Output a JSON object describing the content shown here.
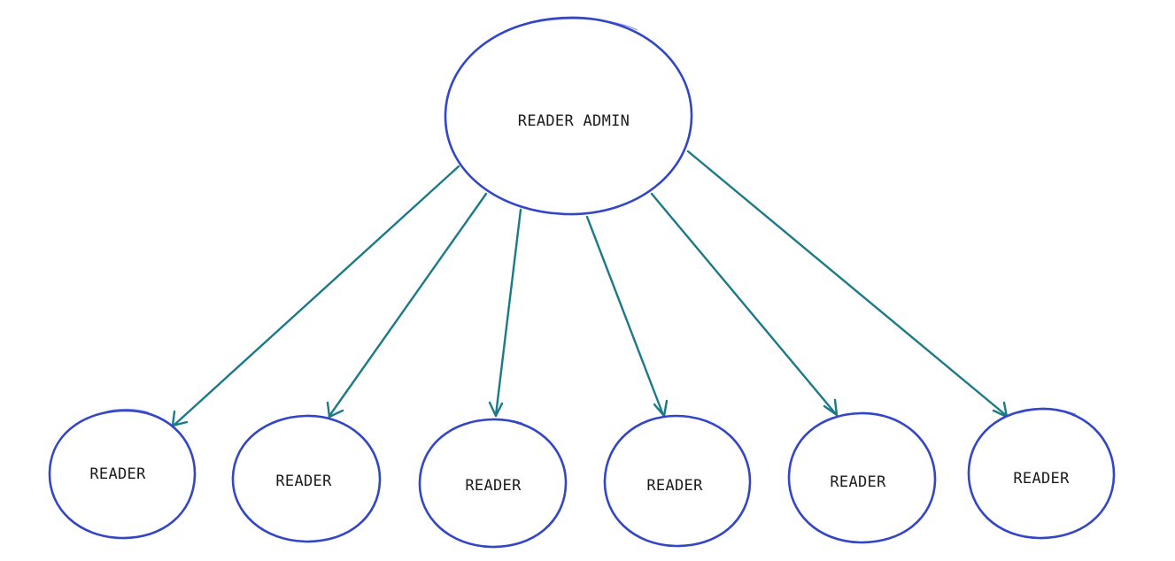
{
  "colors": {
    "node_stroke": "#3346c6",
    "edge_stroke": "#1a7a86",
    "text": "#1b1b1b",
    "background": "#ffffff"
  },
  "diagram": {
    "root": {
      "label": "READER ADMIN"
    },
    "children": [
      {
        "label": "READER"
      },
      {
        "label": "READER"
      },
      {
        "label": "READER"
      },
      {
        "label": "READER"
      },
      {
        "label": "READER"
      },
      {
        "label": "READER"
      }
    ],
    "edges": [
      {
        "from": "root",
        "to": 0
      },
      {
        "from": "root",
        "to": 1
      },
      {
        "from": "root",
        "to": 2
      },
      {
        "from": "root",
        "to": 3
      },
      {
        "from": "root",
        "to": 4
      },
      {
        "from": "root",
        "to": 5
      }
    ]
  }
}
